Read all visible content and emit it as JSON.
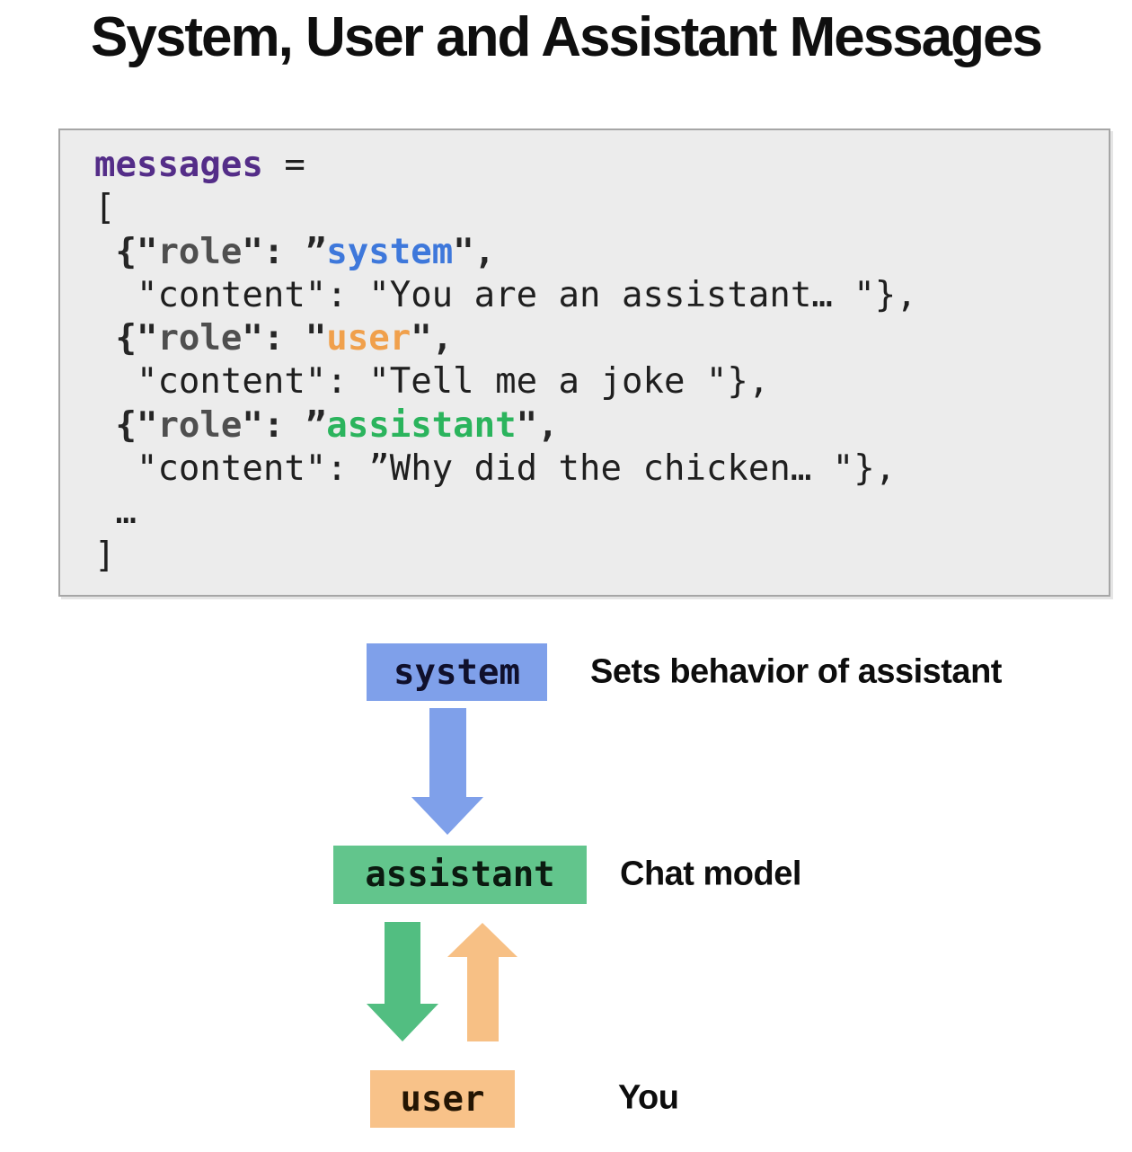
{
  "title": "System, User and Assistant Messages",
  "code_panel": {
    "lines": [
      [
        {
          "t": "messages",
          "c": "kw"
        },
        {
          "t": " ="
        }
      ],
      [
        {
          "t": "["
        }
      ],
      [
        {
          "t": " {\"",
          "c": "punct"
        },
        {
          "t": "role",
          "c": "rolekey"
        },
        {
          "t": "\": ”",
          "c": "punct"
        },
        {
          "t": "system",
          "c": "system"
        },
        {
          "t": "\",",
          "c": "punct"
        }
      ],
      [
        {
          "t": "  \"content\": \"You are an assistant… \"},"
        }
      ],
      [
        {
          "t": " {\"",
          "c": "punct"
        },
        {
          "t": "role",
          "c": "rolekey"
        },
        {
          "t": "\": \"",
          "c": "punct"
        },
        {
          "t": "user",
          "c": "user"
        },
        {
          "t": "\",",
          "c": "punct"
        }
      ],
      [
        {
          "t": "  \"content\": \"Tell me a joke \"},"
        }
      ],
      [
        {
          "t": " {\"",
          "c": "punct"
        },
        {
          "t": "role",
          "c": "rolekey"
        },
        {
          "t": "\": ”",
          "c": "punct"
        },
        {
          "t": "assistant",
          "c": "assistant"
        },
        {
          "t": "\",",
          "c": "punct"
        }
      ],
      [
        {
          "t": "  \"content\": ”Why did the chicken… \"},"
        }
      ],
      [
        {
          "t": " …"
        }
      ],
      [
        {
          "t": "]"
        }
      ]
    ]
  },
  "diagram": {
    "nodes": [
      {
        "id": "system",
        "label": "system",
        "desc": "Sets behavior of assistant",
        "color": "#7fa0ea"
      },
      {
        "id": "assistant",
        "label": "assistant",
        "desc": "Chat model",
        "color": "#62c58c"
      },
      {
        "id": "user",
        "label": "user",
        "desc": "You",
        "color": "#f8c289"
      }
    ],
    "arrows": [
      {
        "id": "system-to-assistant",
        "direction": "down",
        "color": "#7fa0ea"
      },
      {
        "id": "assistant-to-user",
        "direction": "down",
        "color": "#52be81"
      },
      {
        "id": "user-to-assistant",
        "direction": "up",
        "color": "#f7c085"
      }
    ]
  },
  "colors": {
    "code_background": "#ececec",
    "code_border": "#a6a6a6",
    "token_keyword_purple": "#542d88",
    "token_system_blue": "#3e78db",
    "token_user_orange": "#f0a04c",
    "token_assistant_green": "#2bb45d"
  }
}
